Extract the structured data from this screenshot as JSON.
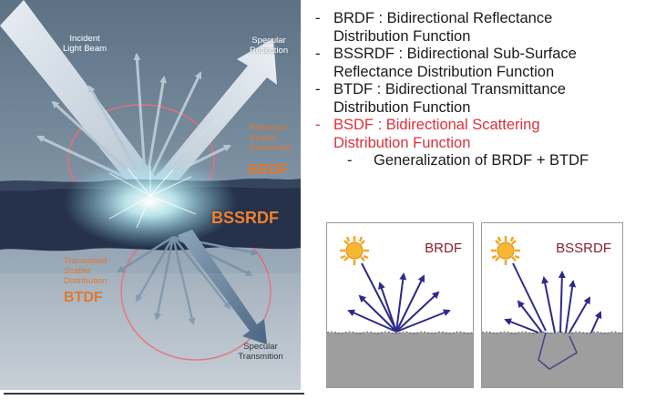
{
  "diagram": {
    "labels": {
      "incident": "Incident\nLight Beam",
      "specular_reflection": "Specular\nReflection",
      "reflected_scatter": "Reflected\nScatter\nDistribution",
      "brdf": "BRDF",
      "bssrdf": "BSSRDF",
      "transmitted_scatter": "Transmited\nScatter\nDistribution",
      "btdf": "BTDF",
      "specular_transmission": "Specular\nTransmition"
    },
    "colors": {
      "beam": "#dbe6ee",
      "arrow": "#7a93a9",
      "lobe": "#e0707a",
      "surface": "#25324a",
      "glow": "#bff4fb",
      "orange": "#e07830"
    }
  },
  "definitions": [
    {
      "dash": "-",
      "lines": [
        "BRDF : Bidirectional Reflectance",
        "Distribution Function"
      ],
      "color": "#1a1a1a"
    },
    {
      "dash": "-",
      "lines": [
        "BSSRDF : Bidirectional Sub-Surface",
        "Reflectance Distribution Function"
      ],
      "color": "#1a1a1a"
    },
    {
      "dash": "-",
      "lines": [
        "BTDF : Bidirectional Transmittance",
        "Distribution Function"
      ],
      "color": "#1a1a1a"
    },
    {
      "dash": "-",
      "lines": [
        "BSDF : Bidirectional Scattering",
        "Distribution Function"
      ],
      "color": "#e0303a"
    }
  ],
  "sub_definition": {
    "dash": "-",
    "text": "Generalization of BRDF + BTDF"
  },
  "mini_diagrams": [
    {
      "title": "BRDF",
      "colors": {
        "sun": "#f5a623",
        "arrow": "#2e2a8a",
        "ground": "#9e9e9e"
      }
    },
    {
      "title": "BSSRDF",
      "colors": {
        "sun": "#f5a623",
        "arrow": "#2e2a8a",
        "ground": "#9e9e9e"
      }
    }
  ]
}
